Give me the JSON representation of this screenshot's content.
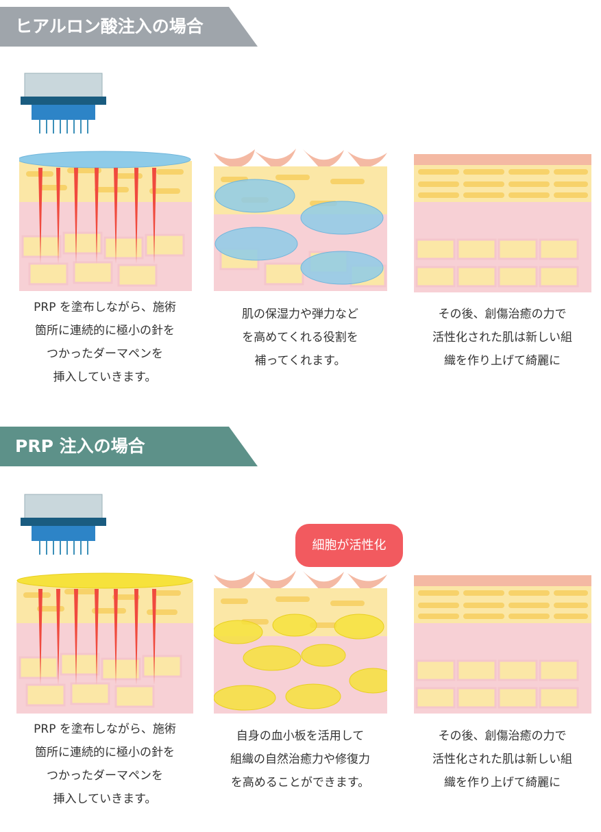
{
  "sections": [
    {
      "banner": "ヒアルロン酸注入の場合",
      "captions": [
        "PRP を塗布しながら、施術\n箇所に連続的に極小の針を\nつかったダーマペンを\n挿入していきます。",
        "肌の保湿力や弾力など\nを高めてくれる役割を\n補ってくれます。",
        "その後、創傷治癒の力で\n活性化された肌は新しい組\n織を作り上げて綺麗に"
      ],
      "fluid_color": "#8ecbe8"
    },
    {
      "banner": "PRP 注入の場合",
      "bubble": "細胞が活性化",
      "captions": [
        "PRP を塗布しながら、施術\n箇所に連続的に極小の針を\nつかったダーマペンを\n挿入していきます。",
        "自身の血小板を活用して\n組織の自然治癒力や修復力\nを高めることができます。",
        "その後、創傷治癒の力で\n活性化された肌は新しい組\n織を作り上げて綺麗に"
      ],
      "fluid_color": "#f6e23c"
    }
  ],
  "colors": {
    "banner1": "#9fa5ab",
    "banner2": "#5d9189",
    "bubble": "#f25a5f",
    "needle": "#f04a3e",
    "skin_top": "#f4b9a3",
    "fat": "#fbe7a6",
    "dermis": "#f7d0d5"
  },
  "icons": [
    "dermapen-icon"
  ]
}
